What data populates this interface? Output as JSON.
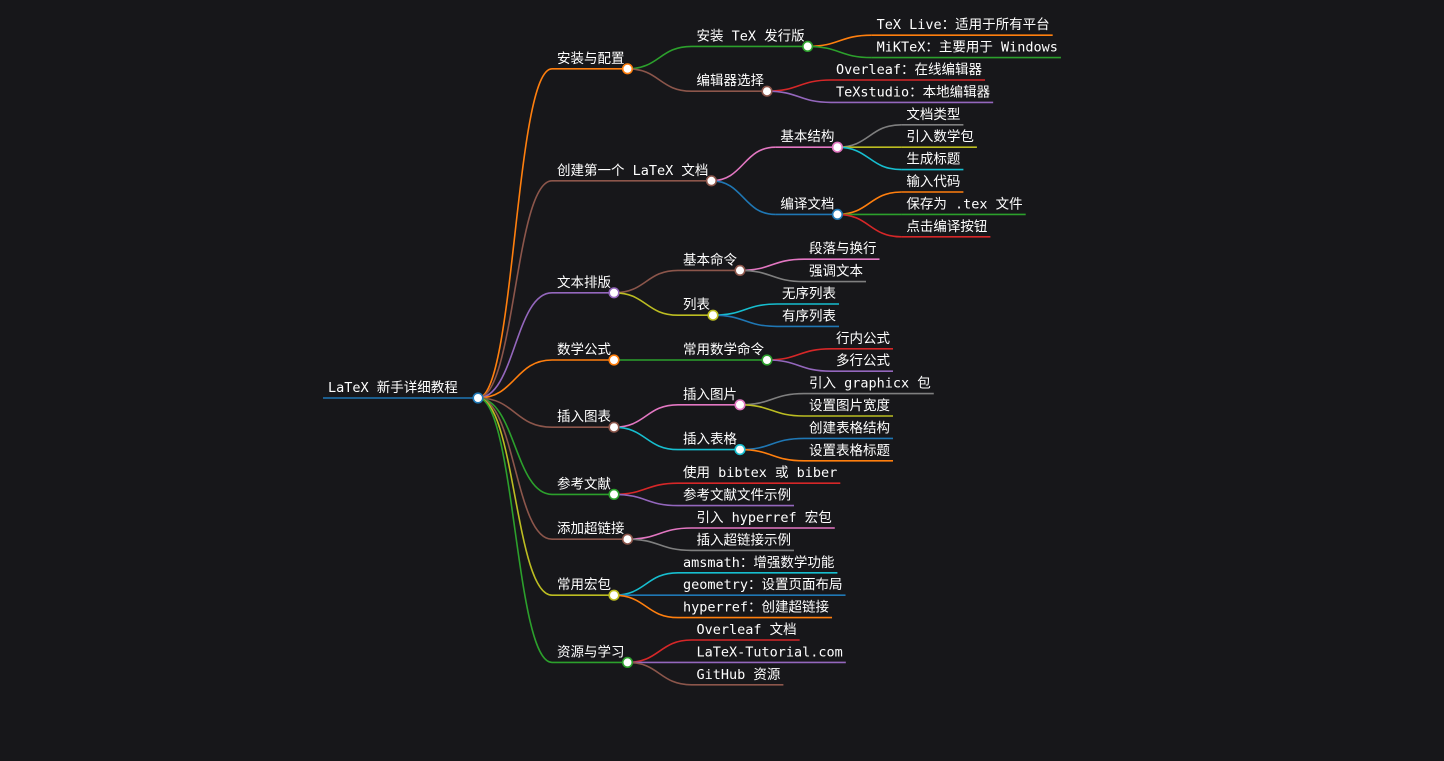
{
  "root": {
    "label": "LaTeX 新手详细教程",
    "color": "#1f77b4",
    "children": [
      {
        "label": "安装与配置",
        "color": "#ff7f0e",
        "children": [
          {
            "label": "安装 TeX 发行版",
            "color": "#2ca02c",
            "children": [
              {
                "label": "TeX Live：适用于所有平台",
                "color": "#ff7f0e"
              },
              {
                "label": "MiKTeX：主要用于 Windows",
                "color": "#2ca02c"
              }
            ]
          },
          {
            "label": "编辑器选择",
            "color": "#8c564b",
            "children": [
              {
                "label": "Overleaf：在线编辑器",
                "color": "#d62728"
              },
              {
                "label": "TeXstudio：本地编辑器",
                "color": "#9467bd"
              }
            ]
          }
        ]
      },
      {
        "label": "创建第一个 LaTeX 文档",
        "color": "#8c564b",
        "children": [
          {
            "label": "基本结构",
            "color": "#e377c2",
            "children": [
              {
                "label": "文档类型",
                "color": "#7f7f7f"
              },
              {
                "label": "引入数学包",
                "color": "#bcbd22"
              },
              {
                "label": "生成标题",
                "color": "#17becf"
              }
            ]
          },
          {
            "label": "编译文档",
            "color": "#1f77b4",
            "children": [
              {
                "label": "输入代码",
                "color": "#ff7f0e"
              },
              {
                "label": "保存为 .tex 文件",
                "color": "#2ca02c"
              },
              {
                "label": "点击编译按钮",
                "color": "#d62728"
              }
            ]
          }
        ]
      },
      {
        "label": "文本排版",
        "color": "#9467bd",
        "children": [
          {
            "label": "基本命令",
            "color": "#8c564b",
            "children": [
              {
                "label": "段落与换行",
                "color": "#e377c2"
              },
              {
                "label": "强调文本",
                "color": "#7f7f7f"
              }
            ]
          },
          {
            "label": "列表",
            "color": "#bcbd22",
            "children": [
              {
                "label": "无序列表",
                "color": "#17becf"
              },
              {
                "label": "有序列表",
                "color": "#1f77b4"
              }
            ]
          }
        ]
      },
      {
        "label": "数学公式",
        "color": "#ff7f0e",
        "children": [
          {
            "label": "常用数学命令",
            "color": "#2ca02c",
            "children": [
              {
                "label": "行内公式",
                "color": "#d62728"
              },
              {
                "label": "多行公式",
                "color": "#9467bd"
              }
            ]
          }
        ]
      },
      {
        "label": "插入图表",
        "color": "#8c564b",
        "children": [
          {
            "label": "插入图片",
            "color": "#e377c2",
            "children": [
              {
                "label": "引入 graphicx 包",
                "color": "#7f7f7f"
              },
              {
                "label": "设置图片宽度",
                "color": "#bcbd22"
              }
            ]
          },
          {
            "label": "插入表格",
            "color": "#17becf",
            "children": [
              {
                "label": "创建表格结构",
                "color": "#1f77b4"
              },
              {
                "label": "设置表格标题",
                "color": "#ff7f0e"
              }
            ]
          }
        ]
      },
      {
        "label": "参考文献",
        "color": "#2ca02c",
        "children": [
          {
            "label": "使用 bibtex 或 biber",
            "color": "#d62728"
          },
          {
            "label": "参考文献文件示例",
            "color": "#9467bd"
          }
        ]
      },
      {
        "label": "添加超链接",
        "color": "#8c564b",
        "children": [
          {
            "label": "引入 hyperref 宏包",
            "color": "#e377c2"
          },
          {
            "label": "插入超链接示例",
            "color": "#7f7f7f"
          }
        ]
      },
      {
        "label": "常用宏包",
        "color": "#bcbd22",
        "children": [
          {
            "label": "amsmath：增强数学功能",
            "color": "#17becf"
          },
          {
            "label": "geometry：设置页面布局",
            "color": "#1f77b4"
          },
          {
            "label": "hyperref：创建超链接",
            "color": "#ff7f0e"
          }
        ]
      },
      {
        "label": "资源与学习",
        "color": "#2ca02c",
        "children": [
          {
            "label": "Overleaf 文档",
            "color": "#d62728"
          },
          {
            "label": "LaTeX-Tutorial.com",
            "color": "#9467bd"
          },
          {
            "label": "GitHub 资源",
            "color": "#8c564b"
          }
        ]
      }
    ]
  }
}
